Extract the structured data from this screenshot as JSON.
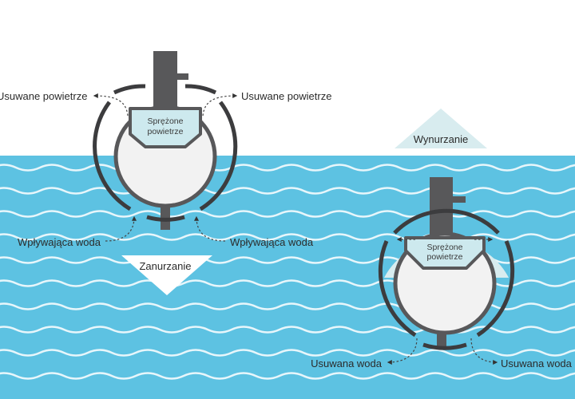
{
  "colors": {
    "water": "#5dc2e2",
    "wave": "#ffffff",
    "hull": "#58585a",
    "outer_hull": "#3c3c3e",
    "compressed_air": "#cde9ee",
    "hull_interior": "#f2f2f2",
    "dive_triangle": "#ffffff",
    "surface_triangle": "#d8ecef"
  },
  "dive": {
    "air_out_left": "Usuwane powietrze",
    "air_out_right": "Usuwane powietrze",
    "tank_line1": "Sprężone",
    "tank_line2": "powietrze",
    "water_in_left": "Wpływająca woda",
    "water_in_right": "Wpływająca woda",
    "direction_label": "Zanurzanie"
  },
  "surface": {
    "direction_label": "Wynurzanie",
    "tank_line1": "Sprężone",
    "tank_line2": "powietrze",
    "water_out_left": "Usuwana woda",
    "water_out_right": "Usuwana woda"
  }
}
